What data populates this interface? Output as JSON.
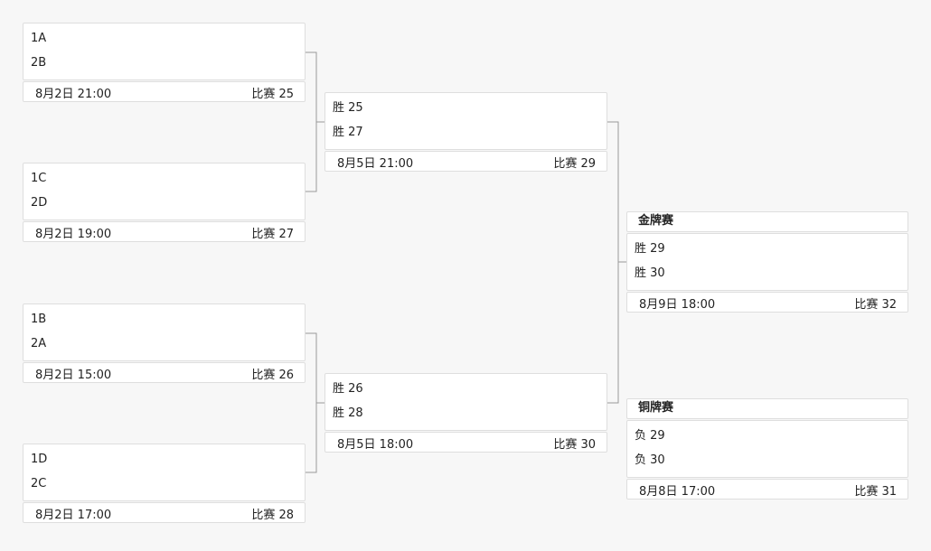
{
  "bracket": {
    "qf1": {
      "team1": "1A",
      "team2": "2B",
      "date": "8月2日 21:00",
      "match": "比赛 25"
    },
    "qf2": {
      "team1": "1C",
      "team2": "2D",
      "date": "8月2日 19:00",
      "match": "比赛 27"
    },
    "qf3": {
      "team1": "1B",
      "team2": "2A",
      "date": "8月2日 15:00",
      "match": "比赛 26"
    },
    "qf4": {
      "team1": "1D",
      "team2": "2C",
      "date": "8月2日 17:00",
      "match": "比赛 28"
    },
    "sf1": {
      "team1": "胜 25",
      "team2": "胜 27",
      "date": "8月5日 21:00",
      "match": "比赛 29"
    },
    "sf2": {
      "team1": "胜 26",
      "team2": "胜 28",
      "date": "8月5日 18:00",
      "match": "比赛 30"
    },
    "gold": {
      "title": "金牌赛",
      "team1": "胜 29",
      "team2": "胜 30",
      "date": "8月9日 18:00",
      "match": "比赛 32"
    },
    "bronze": {
      "title": "铜牌赛",
      "team1": "负 29",
      "team2": "负 30",
      "date": "8月8日 17:00",
      "match": "比赛 31"
    }
  },
  "colors": {
    "connector": "#9a9a9a",
    "border": "#dedede",
    "background": "#f7f7f7"
  }
}
